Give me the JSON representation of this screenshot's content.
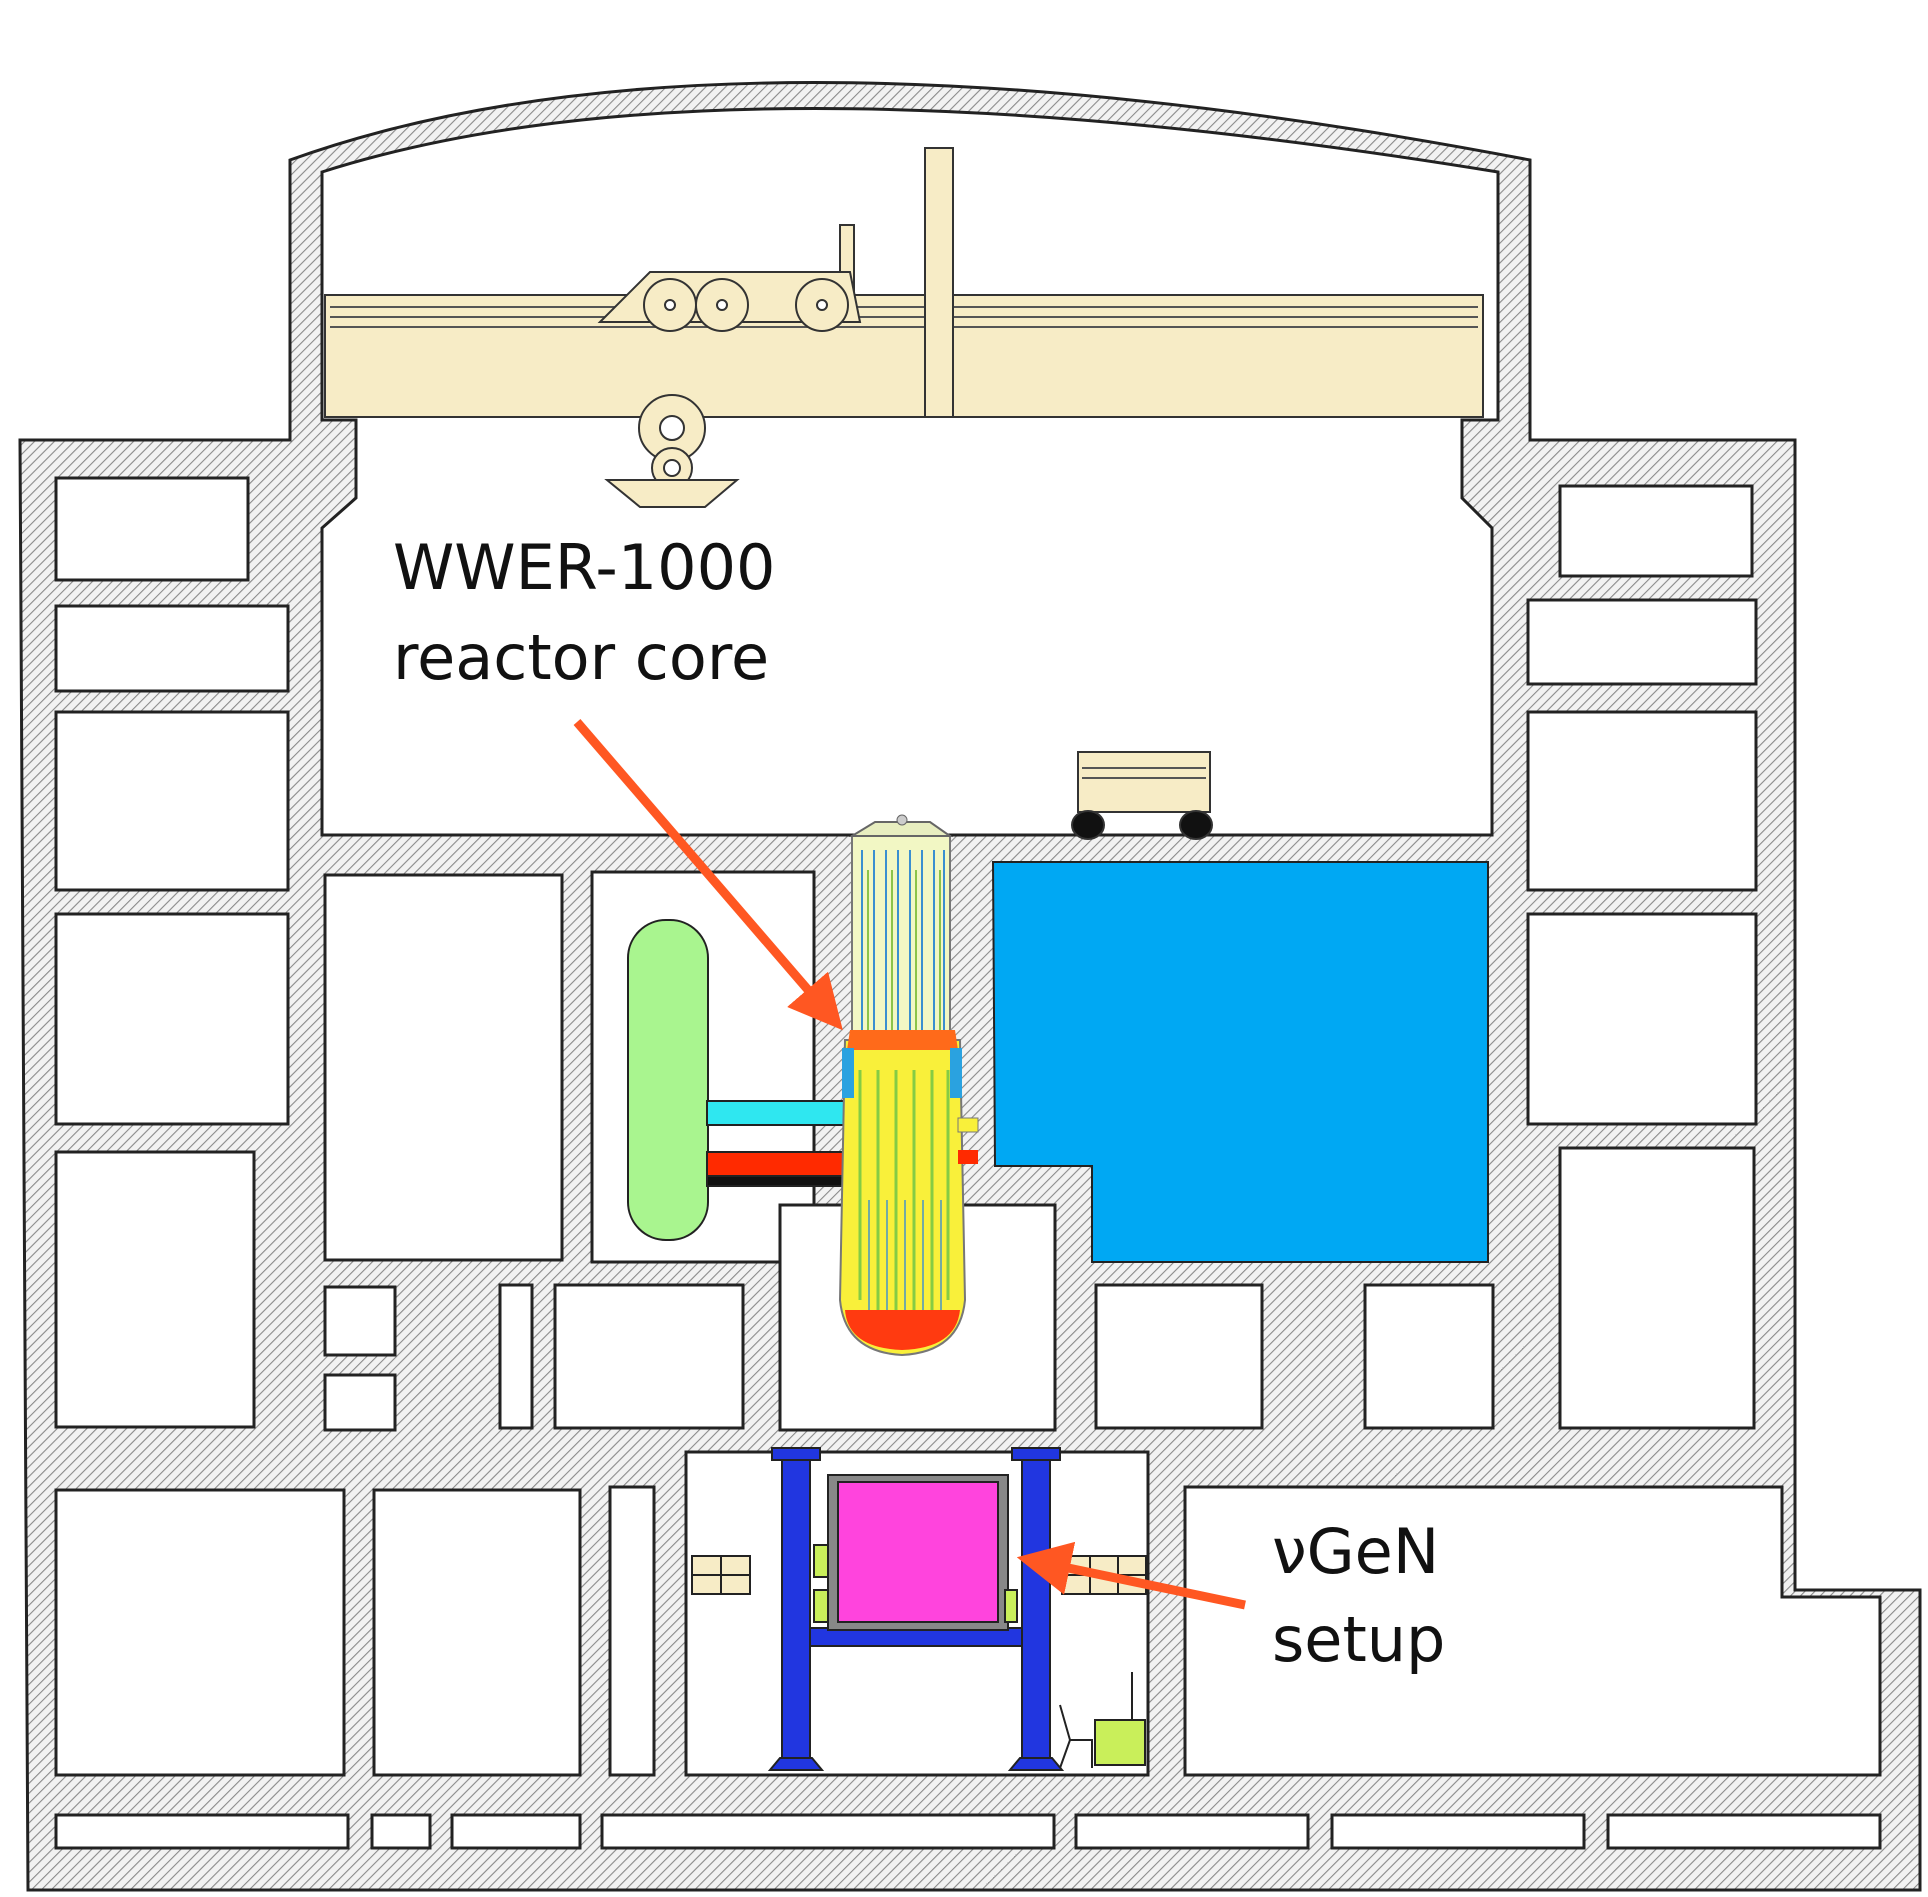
{
  "labels": {
    "reactor_line1": "WWER-1000",
    "reactor_line2": "reactor core",
    "detector_line1": "νGeN",
    "detector_line2": "setup"
  },
  "colors": {
    "wall_fill": "#f2f2f2",
    "wall_hatch": "#8a8a8a",
    "outline": "#222222",
    "crane": "#f7ecc6",
    "pool": "#00a8f3",
    "steam_generator": "#a9f58f",
    "cold_pipe": "#2fe7f0",
    "hot_pipe": "#ff2a00",
    "detector": "#ff44dd",
    "shield_frame": "#2136e0",
    "arrow": "#ff5722",
    "small_blocks": "#c9ef5a"
  }
}
